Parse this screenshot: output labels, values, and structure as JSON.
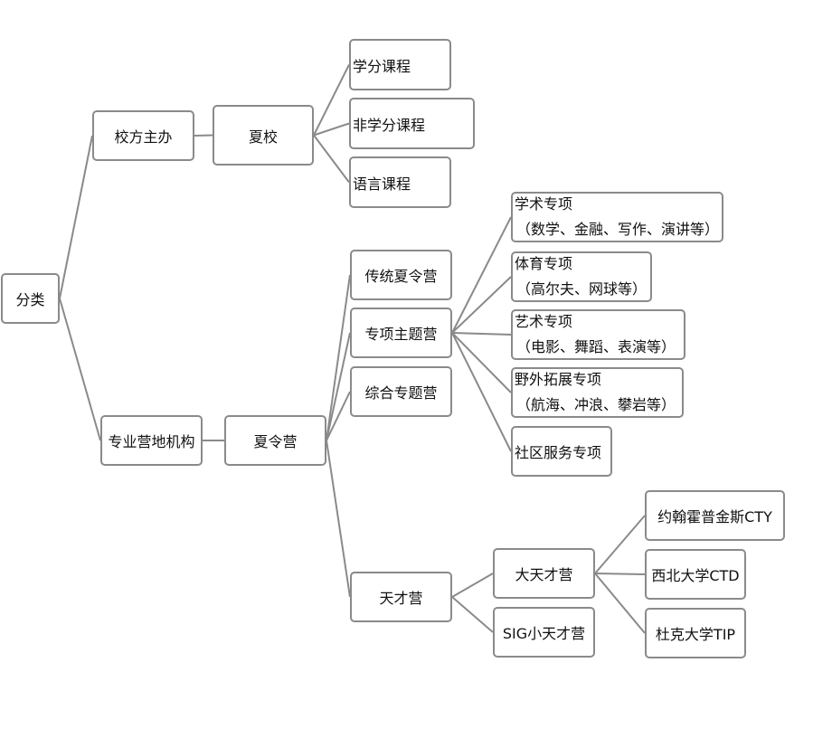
{
  "root": "分类",
  "branch_school": "校方主办",
  "summer_school": "夏校",
  "credit_course": "学分课程",
  "noncredit_course": "非学分课程",
  "language_course": "语言课程",
  "branch_camp_org": "专业营地机构",
  "summer_camp": "夏令营",
  "traditional_camp": "传统夏令营",
  "themed_camp": "专项主题营",
  "comprehensive_camp": "综合专题营",
  "gifted_camp": "天才营",
  "academic": {
    "title": "学术专项",
    "sub": "（数学、金融、写作、演讲等）"
  },
  "sports": {
    "title": "体育专项",
    "sub": "（高尔夫、网球等）"
  },
  "arts": {
    "title": "艺术专项",
    "sub": "（电影、舞蹈、表演等）"
  },
  "outdoor": {
    "title": "野外拓展专项",
    "sub": "（航海、冲浪、攀岩等）"
  },
  "community": "社区服务专项",
  "big_gifted": "大天才营",
  "sig_gifted": "SIG小天才营",
  "cty": "约翰霍普金斯CTY",
  "ctd": "西北大学CTD",
  "tip": "杜克大学TIP"
}
